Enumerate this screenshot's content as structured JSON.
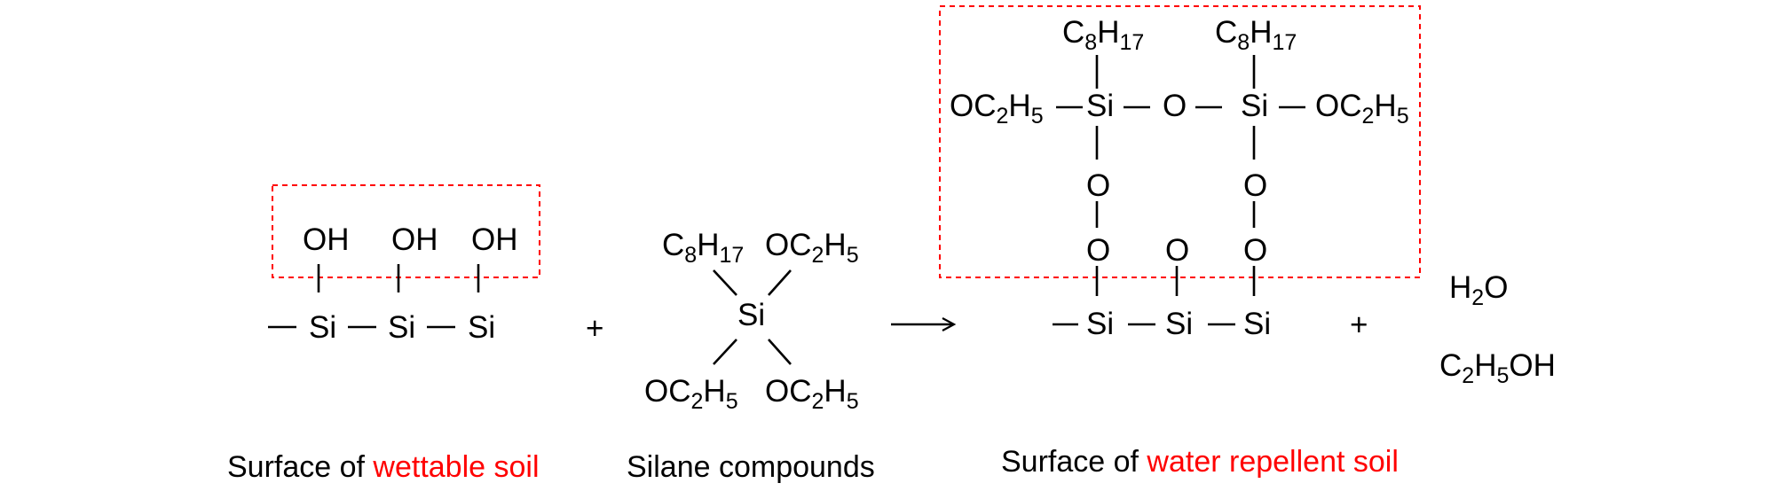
{
  "labels": {
    "oh": "OH",
    "si": "Si",
    "o": "O",
    "c": "C",
    "h": "H",
    "oc": "OC",
    "sub_8": "8",
    "sub_17": "17",
    "sub_2": "2",
    "sub_5": "5",
    "h2o_h": "H",
    "h2o_sub": "2",
    "h2o_o": "O",
    "ethanol_c": "C",
    "ethanol_sub2": "2",
    "ethanol_h": "H",
    "ethanol_sub5": "5",
    "ethanol_oh": "OH",
    "plus": "+",
    "arrow": "⟶"
  },
  "captions": {
    "wettable_prefix": "Surface of ",
    "wettable_highlight": "wettable soil",
    "silane": "Silane compounds",
    "repellent_prefix": "Surface of ",
    "repellent_highlight": "water repellent soil"
  },
  "colors": {
    "highlight": "#ff0000",
    "box": "#ff0000",
    "text": "#000000"
  }
}
